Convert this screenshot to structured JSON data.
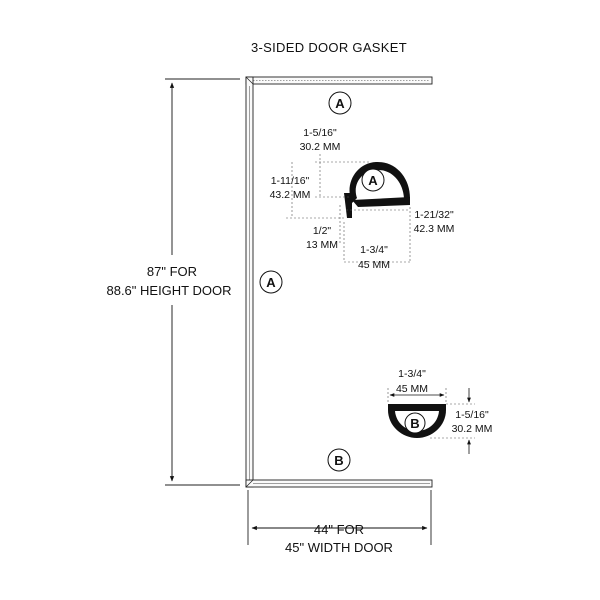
{
  "title": "3-SIDED DOOR GASKET",
  "callouts": {
    "top": "A",
    "side": "A",
    "bottom": "B",
    "profile_a": "A",
    "profile_b": "B"
  },
  "height_dim": {
    "line1": "87\" FOR",
    "line2": "88.6\" HEIGHT DOOR"
  },
  "width_dim": {
    "line1": "44\" FOR",
    "line2": "45\" WIDTH DOOR"
  },
  "profile_a": {
    "top_in": "1-5/16\"",
    "top_mm": "30.2 MM",
    "left_in": "1-11/16\"",
    "left_mm": "43.2 MM",
    "flange_in": "1/2\"",
    "flange_mm": "13 MM",
    "width_in": "1-3/4\"",
    "width_mm": "45 MM",
    "right_in": "1-21/32\"",
    "right_mm": "42.3 MM"
  },
  "profile_b": {
    "width_in": "1-3/4\"",
    "width_mm": "45 MM",
    "height_in": "1-5/16\"",
    "height_mm": "30.2 MM"
  }
}
